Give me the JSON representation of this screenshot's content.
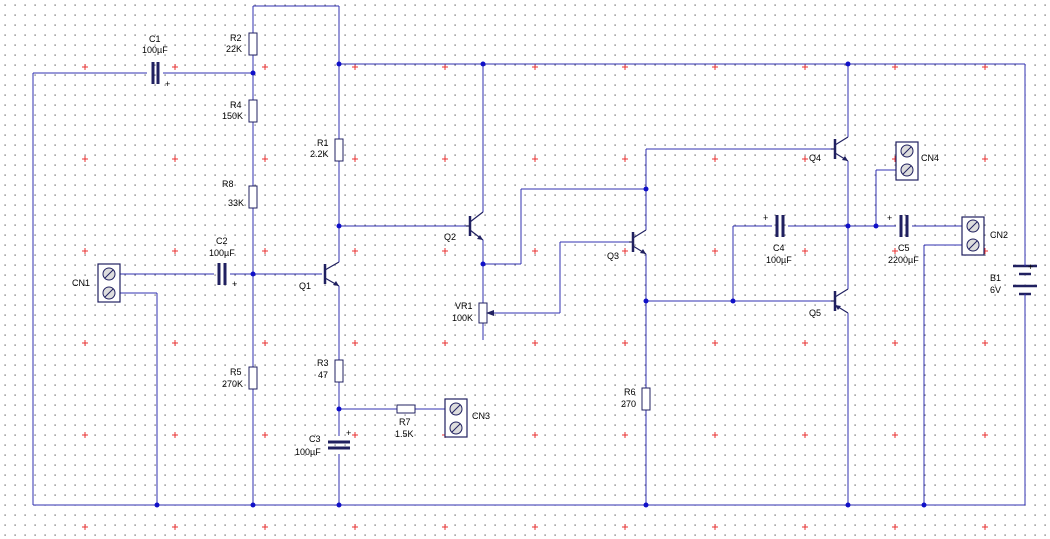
{
  "colors": {
    "wire": "#3030b0",
    "component": "#202060",
    "node": "#1010c8",
    "dot": "#333333",
    "cross": "#e83030",
    "background": "#ffffff"
  },
  "components": {
    "c1": {
      "ref": "C1",
      "value": "100µF",
      "polarity": "+"
    },
    "c2": {
      "ref": "C2",
      "value": "100µF",
      "polarity": "+"
    },
    "c3": {
      "ref": "C3",
      "value": "100µF",
      "polarity": "+"
    },
    "c4": {
      "ref": "C4",
      "value": "100µF",
      "polarity": "+"
    },
    "c5": {
      "ref": "C5",
      "value": "2200µF",
      "polarity": "+"
    },
    "r1": {
      "ref": "R1",
      "value": "2.2K"
    },
    "r2": {
      "ref": "R2",
      "value": "22K"
    },
    "r3": {
      "ref": "R3",
      "value": "47"
    },
    "r4": {
      "ref": "R4",
      "value": "150K"
    },
    "r5": {
      "ref": "R5",
      "value": "270K"
    },
    "r6": {
      "ref": "R6",
      "value": "270"
    },
    "r7": {
      "ref": "R7",
      "value": "1.5K"
    },
    "r8": {
      "ref": "R8",
      "value": "33K"
    },
    "vr1": {
      "ref": "VR1",
      "value": "100K"
    },
    "q1": {
      "ref": "Q1"
    },
    "q2": {
      "ref": "Q2"
    },
    "q3": {
      "ref": "Q3"
    },
    "q4": {
      "ref": "Q4"
    },
    "q5": {
      "ref": "Q5"
    },
    "b1": {
      "ref": "B1",
      "value": "6V",
      "polarity": "+"
    },
    "cn1": {
      "ref": "CN1"
    },
    "cn2": {
      "ref": "CN2"
    },
    "cn3": {
      "ref": "CN3"
    },
    "cn4": {
      "ref": "CN4"
    }
  }
}
